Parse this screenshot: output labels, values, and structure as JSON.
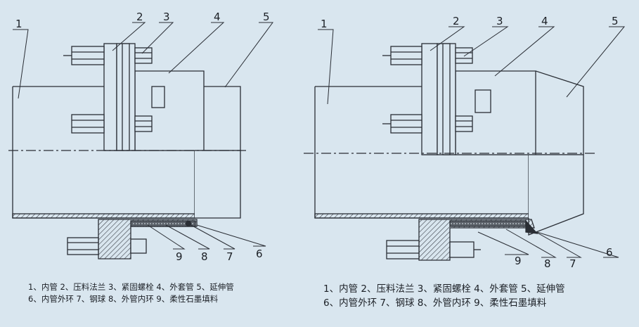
{
  "left_diagram": {
    "callouts": [
      "1",
      "2",
      "3",
      "4",
      "5",
      "6",
      "7",
      "8",
      "9"
    ],
    "legend": {
      "line1": "1、内管  2、压料法兰  3、紧固螺栓  4、外套管  5、延伸管",
      "line2": "6、内管外环  7、钢球  8、外管内环  9、柔性石墨填料"
    }
  },
  "right_diagram": {
    "callouts": [
      "1",
      "2",
      "3",
      "4",
      "5",
      "6",
      "7",
      "8",
      "9"
    ],
    "legend": {
      "line1": "1、内管  2、压料法兰  3、紧固螺栓  4、外套管  5、延伸管",
      "line2": "6、内管外环  7、钢球  8、外管内环  9、柔性石墨填料"
    }
  },
  "colors": {
    "background": "#d9e6ef",
    "line": "#2a2e35",
    "hatch": "#3a3f47"
  }
}
